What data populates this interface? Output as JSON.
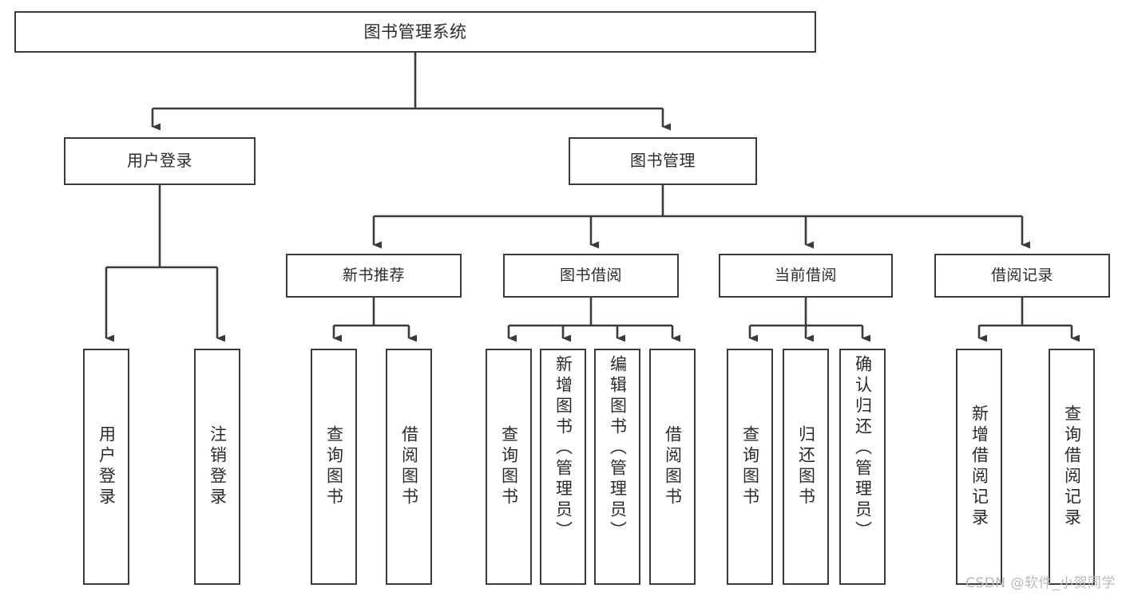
{
  "diagram": {
    "title": "图书管理系统",
    "type": "function-structure-tree",
    "colors": {
      "background": "#ffffff",
      "box_border": "#3a3a3a",
      "box_fill": "#ffffff",
      "text": "#2b2b2b",
      "edge": "#3a3a3a",
      "watermark": "#b9b9b9"
    },
    "root": {
      "label": "图书管理系统"
    },
    "level2": [
      {
        "label": "用户登录"
      },
      {
        "label": "图书管理"
      }
    ],
    "level3": [
      {
        "label": "新书推荐"
      },
      {
        "label": "图书借阅"
      },
      {
        "label": "当前借阅"
      },
      {
        "label": "借阅记录"
      }
    ],
    "leaves": {
      "user_login": [
        {
          "label": "用户登录"
        },
        {
          "label": "注销登录"
        }
      ],
      "new_book_recommend": [
        {
          "label": "查询图书"
        },
        {
          "label": "借阅图书"
        }
      ],
      "book_borrow": [
        {
          "label": "查询图书"
        },
        {
          "label": "新增图书（管理员）"
        },
        {
          "label": "编辑图书（管理员）"
        },
        {
          "label": "借阅图书"
        }
      ],
      "current_borrow": [
        {
          "label": "查询图书"
        },
        {
          "label": "归还图书"
        },
        {
          "label": "确认归还（管理员）"
        }
      ],
      "borrow_record": [
        {
          "label": "新增借阅记录"
        },
        {
          "label": "查询借阅记录"
        }
      ]
    },
    "watermark": "CSDN @软件_小贺同学"
  }
}
